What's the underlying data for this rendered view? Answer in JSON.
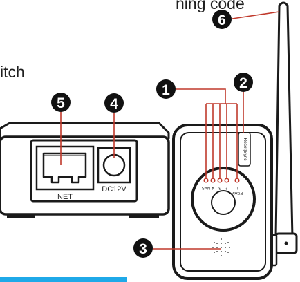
{
  "intro_text": {
    "line1": "ning code",
    "line2": "itch"
  },
  "callouts": {
    "c1": "1",
    "c2": "2",
    "c3": "3",
    "c4": "4",
    "c5": "5",
    "c6": "6"
  },
  "ports": {
    "net": "NET",
    "dc": "DC12V"
  },
  "device": {
    "button_label": "Reset|Sync",
    "dip_labels": [
      "L",
      "2",
      "3",
      "4",
      "NVS"
    ],
    "dip_group_label": "PCAM"
  },
  "colors": {
    "accent_bar": "#1fa9e8",
    "callout": "#111111",
    "outline": "#1a1a1a"
  }
}
